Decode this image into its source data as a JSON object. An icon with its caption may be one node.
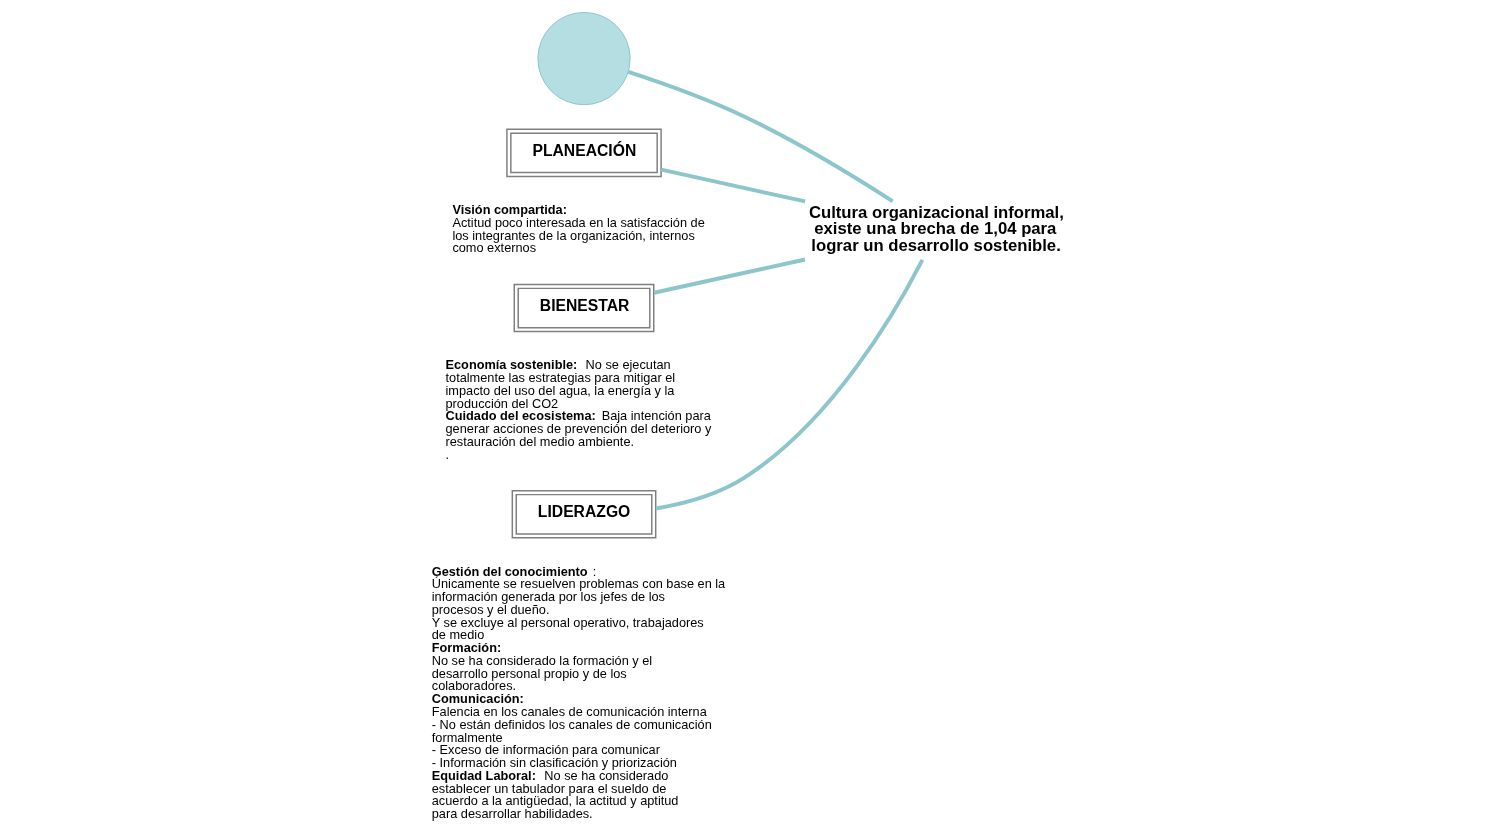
{
  "diagram": {
    "nodes": [
      {
        "text": [],
        "shape": "crescent"
      },
      {
        "text": [
          "PLANEACIÓN"
        ],
        "beside": [
          "**Visión compartida:**",
          "Actitud poco interesada en la satisfacción de los integrantes de la organización, internos como externos"
        ]
      },
      {
        "text": [
          "BIENESTAR"
        ],
        "beside": [
          "**Economía sostenible:**  No se ejecutan totalmente las estrategias para mitigar el impacto del uso del agua, la energía y la producción del CO2",
          "**Cuidado del ecosistema:** Baja intención para generar acciones de prevención del deterioro y restauración del medio ambiente.",
          "."
        ]
      },
      {
        "text": [
          "LIDERAZGO"
        ],
        "beside": [
          "**Gestión del conocimiento**:",
          "Únicamente se resuelven problemas con base en la información generada por los jefes de los procesos y el dueño.",
          "Y se excluye al personal operativo, trabajadores de medio",
          "**Formación:**",
          "No se ha considerado la formación y el desarrollo personal propio y de los colaboradores.",
          "**Comunicación:**",
          "Falencia en los canales de comunicación interna",
          "- No están definidos los canales de comunicación formalmente",
          "- Exceso de información para comunicar",
          "- Información sin clasificación y priorización",
          "**Equidad Laboral:**  No se ha considerado establecer un tabulador para el sueldo de acuerdo a la antigüedad, la actitud y aptitud para desarrollar habilidades."
        ]
      },
      {
        "text": [
          "Cultura organizacional informal, existe una brecha de 1,04 para lograr un desarrollo sostenible."
        ]
      }
    ],
    "edges": [
      {
        "from": 0,
        "to": 4,
        "arrow": "none"
      },
      {
        "from": 1,
        "to": 4,
        "arrow": "none"
      },
      {
        "from": 2,
        "to": 4,
        "arrow": "none"
      },
      {
        "from": 3,
        "to": 4,
        "arrow": "none"
      }
    ]
  }
}
